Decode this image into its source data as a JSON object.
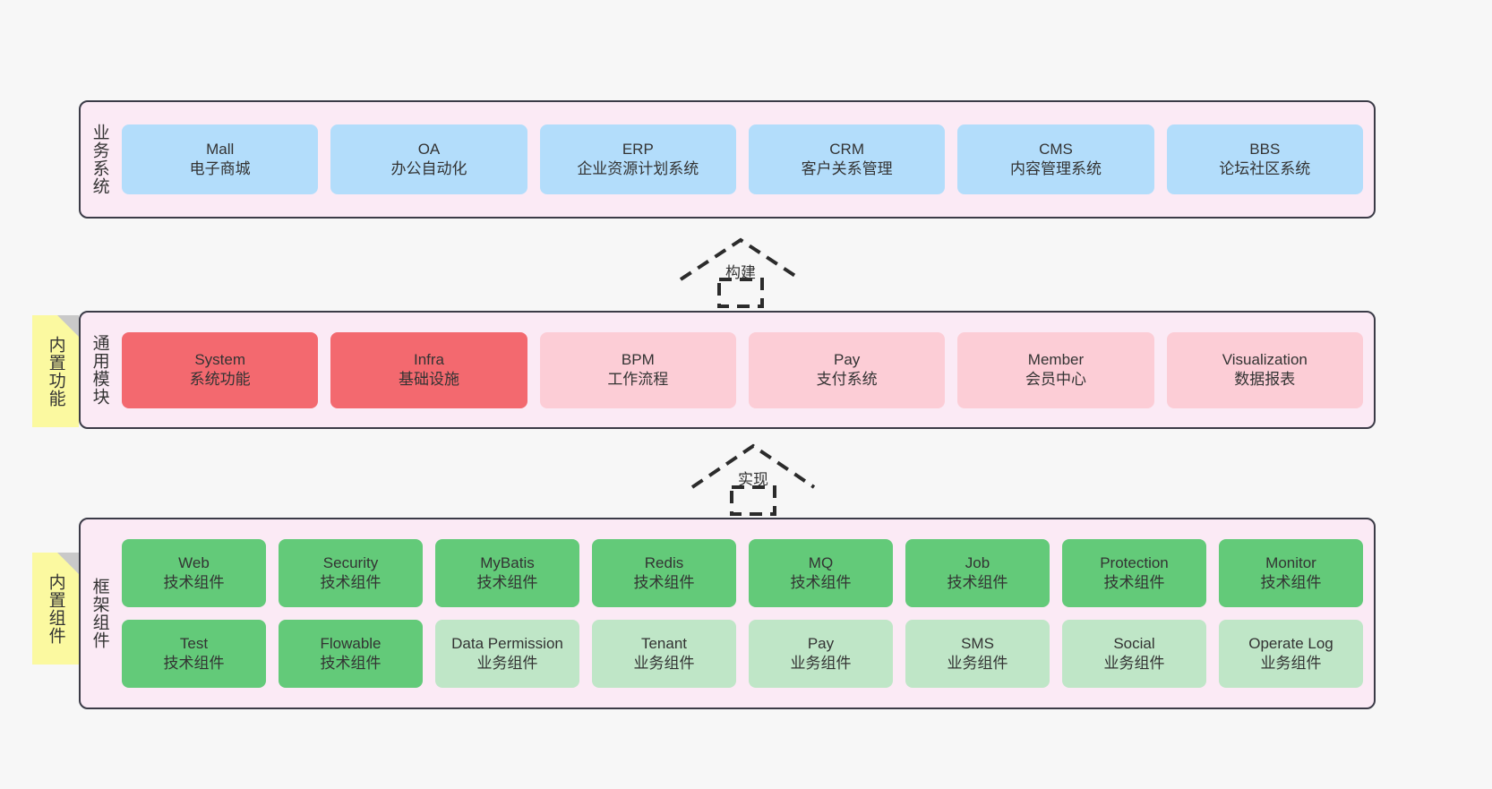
{
  "layers": [
    {
      "key": "business",
      "title": "业务系统",
      "rows": [
        {
          "cards": [
            {
              "en": "Mall",
              "cn": "电子商城",
              "color": "blue"
            },
            {
              "en": "OA",
              "cn": "办公自动化",
              "color": "blue"
            },
            {
              "en": "ERP",
              "cn": "企业资源计划系统",
              "color": "blue"
            },
            {
              "en": "CRM",
              "cn": "客户关系管理",
              "color": "blue"
            },
            {
              "en": "CMS",
              "cn": "内容管理系统",
              "color": "blue"
            },
            {
              "en": "BBS",
              "cn": "论坛社区系统",
              "color": "blue"
            }
          ]
        }
      ]
    },
    {
      "key": "modules",
      "title": "通用模块",
      "note": "内置功能",
      "rows": [
        {
          "cards": [
            {
              "en": "System",
              "cn": "系统功能",
              "color": "red"
            },
            {
              "en": "Infra",
              "cn": "基础设施",
              "color": "red"
            },
            {
              "en": "BPM",
              "cn": "工作流程",
              "color": "pink"
            },
            {
              "en": "Pay",
              "cn": "支付系统",
              "color": "pink"
            },
            {
              "en": "Member",
              "cn": "会员中心",
              "color": "pink"
            },
            {
              "en": "Visualization",
              "cn": "数据报表",
              "color": "pink"
            }
          ]
        }
      ]
    },
    {
      "key": "framework",
      "title": "框架组件",
      "note": "内置组件",
      "rows": [
        {
          "cards": [
            {
              "en": "Web",
              "cn": "技术组件",
              "color": "green"
            },
            {
              "en": "Security",
              "cn": "技术组件",
              "color": "green"
            },
            {
              "en": "MyBatis",
              "cn": "技术组件",
              "color": "green"
            },
            {
              "en": "Redis",
              "cn": "技术组件",
              "color": "green"
            },
            {
              "en": "MQ",
              "cn": "技术组件",
              "color": "green"
            },
            {
              "en": "Job",
              "cn": "技术组件",
              "color": "green"
            },
            {
              "en": "Protection",
              "cn": "技术组件",
              "color": "green"
            },
            {
              "en": "Monitor",
              "cn": "技术组件",
              "color": "green"
            }
          ]
        },
        {
          "cards": [
            {
              "en": "Test",
              "cn": "技术组件",
              "color": "green"
            },
            {
              "en": "Flowable",
              "cn": "技术组件",
              "color": "green"
            },
            {
              "en": "Data Permission",
              "cn": "业务组件",
              "color": "greenlight",
              "wrap": true
            },
            {
              "en": "Tenant",
              "cn": "业务组件",
              "color": "greenlight"
            },
            {
              "en": "Pay",
              "cn": "业务组件",
              "color": "greenlight"
            },
            {
              "en": "SMS",
              "cn": "业务组件",
              "color": "greenlight"
            },
            {
              "en": "Social",
              "cn": "业务组件",
              "color": "greenlight"
            },
            {
              "en": "Operate Log",
              "cn": "业务组件",
              "color": "greenlight"
            }
          ]
        }
      ]
    }
  ],
  "connectors": [
    {
      "key": "build",
      "label": "构建"
    },
    {
      "key": "implement",
      "label": "实现"
    }
  ],
  "colors": {
    "band_bg": "#fbeaf5",
    "band_border": "#3b3b47",
    "blue": "#b3ddfb",
    "red": "#f3696f",
    "pink": "#fccdd6",
    "green": "#63ca79",
    "green_light": "#bfe6c7",
    "note_bg": "#fbf9a0",
    "note_fold": "#c9c9c9",
    "canvas": "#f7f7f7"
  }
}
